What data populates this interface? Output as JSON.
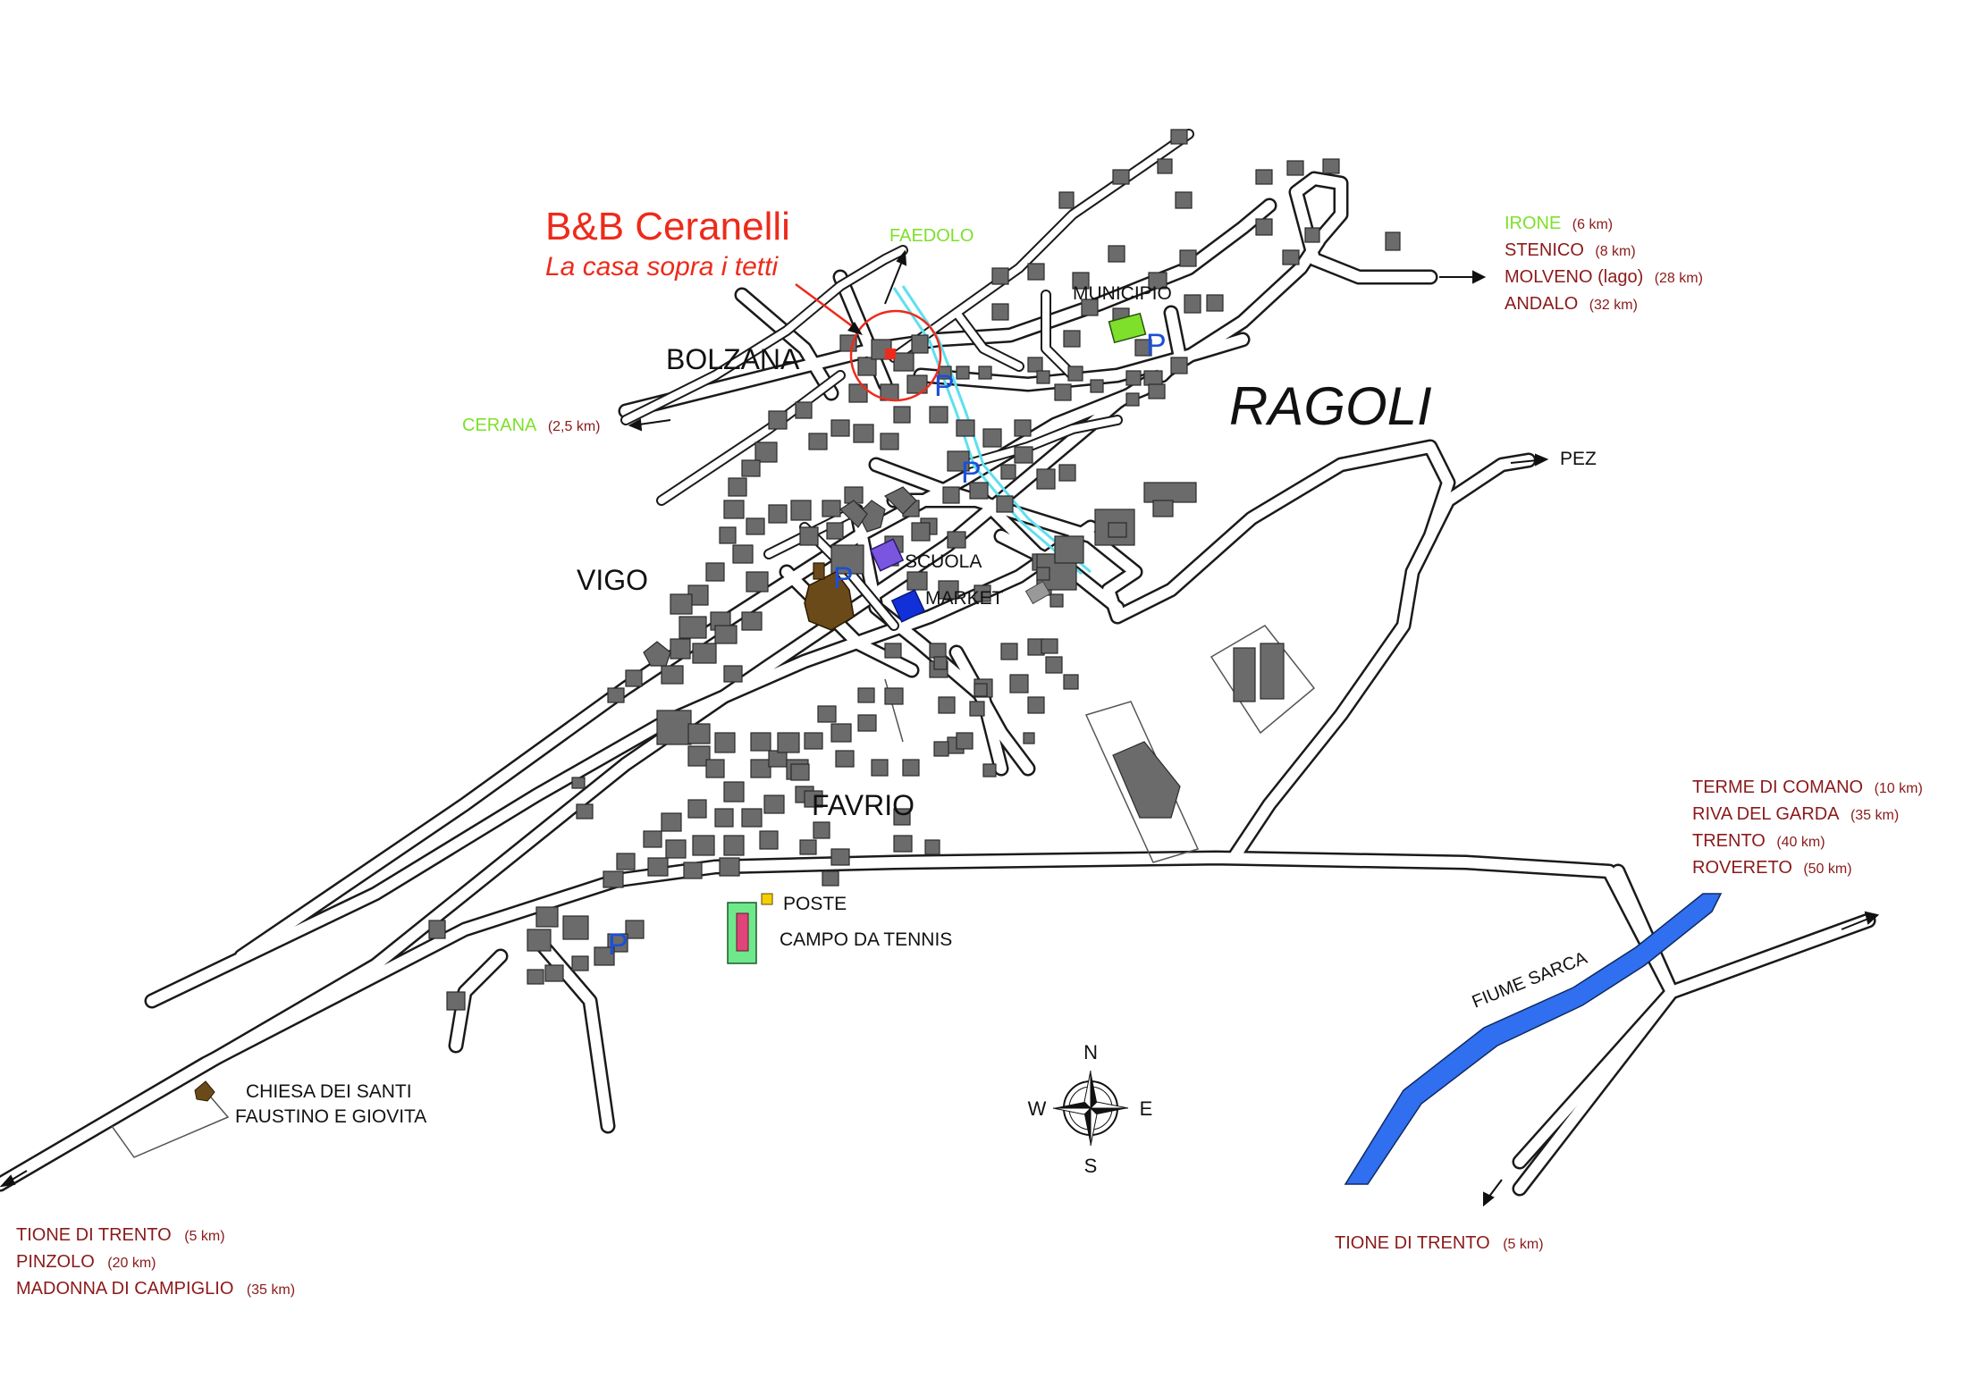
{
  "title": "B&B Ceranelli",
  "subtitle": "La casa sopra i tetti",
  "town": "RAGOLI",
  "places": {
    "bolzana": "BOLZANA",
    "vigo": "VIGO",
    "favrio": "FAVRIO",
    "faedolo": "FAEDOLO",
    "municipio": "MUNICIPIO",
    "scuola": "SCUOLA",
    "market": "MARKET",
    "poste": "POSTE",
    "tennis": "CAMPO DA TENNIS",
    "church_line1": "CHIESA DEI SANTI",
    "church_line2": "FAUSTINO E GIOVITA",
    "river": "FIUME SARCA",
    "pez": "PEZ"
  },
  "parking_label": "P",
  "cerana": {
    "name": "CERANA",
    "dist": "(2,5 km)"
  },
  "northeast_destinations": [
    {
      "name": "IRONE",
      "dist": "(6 km)",
      "color": "#7ee02a"
    },
    {
      "name": "STENICO",
      "dist": "(8 km)",
      "color": "#8b1a1a"
    },
    {
      "name": "MOLVENO (lago)",
      "dist": "(28 km)",
      "color": "#8b1a1a"
    },
    {
      "name": "ANDALO",
      "dist": "(32 km)",
      "color": "#8b1a1a"
    }
  ],
  "east_destinations": [
    {
      "name": "TERME DI COMANO",
      "dist": "(10 km)"
    },
    {
      "name": "RIVA DEL GARDA",
      "dist": "(35 km)"
    },
    {
      "name": "TRENTO",
      "dist": "(40 km)"
    },
    {
      "name": "ROVERETO",
      "dist": "(50 km)"
    }
  ],
  "southwest_destinations": [
    {
      "name": "TIONE DI TRENTO",
      "dist": "(5 km)"
    },
    {
      "name": "PINZOLO",
      "dist": "(20 km)"
    },
    {
      "name": "MADONNA DI CAMPIGLIO",
      "dist": "(35 km)"
    }
  ],
  "south_destination": {
    "name": "TIONE DI TRENTO",
    "dist": "(5 km)"
  },
  "compass": {
    "n": "N",
    "s": "S",
    "e": "E",
    "w": "W"
  },
  "colors": {
    "title": "#ee2a1a",
    "destination": "#8b1a1a",
    "green_label": "#7ee02a",
    "parking": "#1a4fd8",
    "river": "#2f6ff0",
    "building": "#6b6b6b",
    "church": "#6b4a1a",
    "school": "#7a55e0",
    "market": "#1230d8",
    "municipio": "#7ee02a",
    "poste": "#f5d000",
    "tennis_field": "#6ee88a",
    "tennis_court": "#e0447a",
    "stream": "#5fe0ee"
  }
}
